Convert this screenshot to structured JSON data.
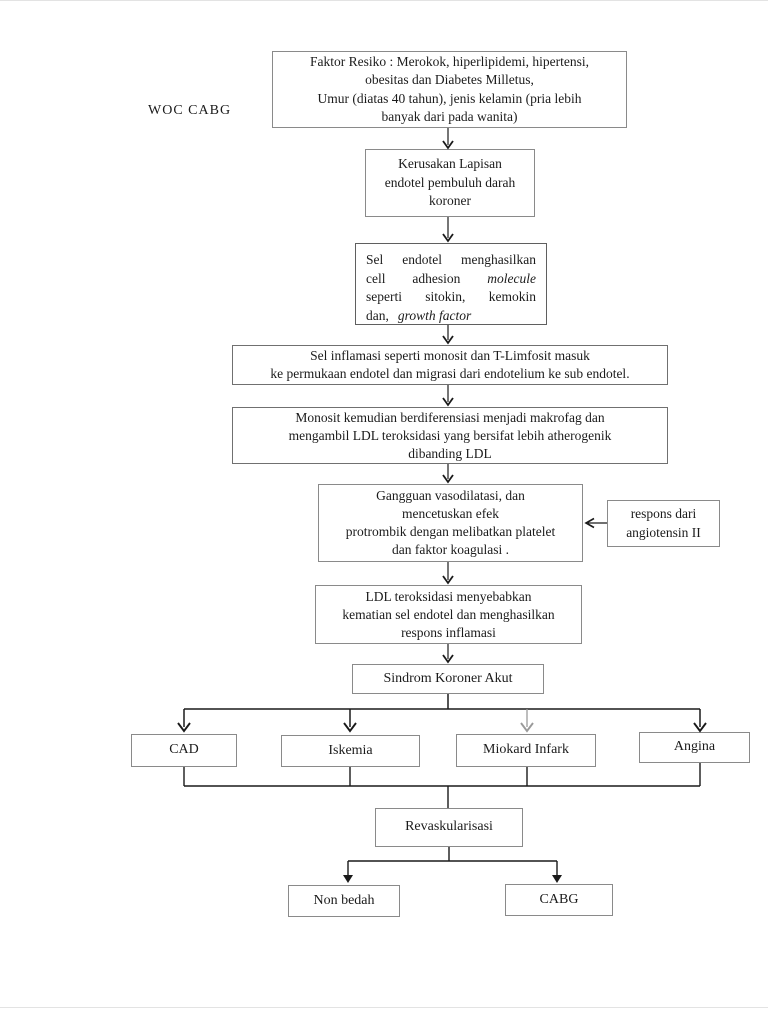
{
  "page": {
    "label": "WOC CABG"
  },
  "colors": {
    "ink": "#1a1a1a",
    "box_border": "#8a8a8a",
    "muted_arrow": "#9a9a9a"
  },
  "flowchart": {
    "risk_factors": {
      "text": "Faktor Resiko : Merokok, hiperlipidemi, hipertensi,\nobesitas dan Diabetes Milletus,\nUmur (diatas 40 tahun), jenis kelamin (pria lebih\nbanyak dari pada wanita)"
    },
    "endothel_damage": {
      "text": "Kerusakan Lapisan\nendotel pembuluh darah\nkoroner"
    },
    "adhesion_molecule": {
      "lines": [
        {
          "justify": true,
          "words": [
            {
              "t": "Sel"
            },
            {
              "t": "endotel"
            },
            {
              "t": "menghasilkan"
            }
          ]
        },
        {
          "justify": true,
          "words": [
            {
              "t": "cell"
            },
            {
              "t": "adhesion"
            },
            {
              "t": "molecule",
              "i": true
            }
          ]
        },
        {
          "justify": true,
          "words": [
            {
              "t": "seperti"
            },
            {
              "t": "sitokin,"
            },
            {
              "t": "kemokin"
            }
          ]
        },
        {
          "justify": false,
          "words": [
            {
              "t": "dan,"
            },
            {
              "t": "growth factor",
              "i": true
            }
          ]
        }
      ]
    },
    "inflammation_cells": {
      "text": "Sel inflamasi seperti monosit dan T-Limfosit masuk\nke permukaan endotel dan migrasi dari endotelium ke sub endotel."
    },
    "monocyte": {
      "text": "Monosit kemudian berdiferensiasi menjadi makrofag dan\nmengambil LDL teroksidasi yang bersifat lebih atherogenik\ndibanding LDL"
    },
    "vasodilation": {
      "text": "Gangguan vasodilatasi, dan\nmencetuskan efek\nprotrombik dengan melibatkan platelet\ndan faktor koagulasi ."
    },
    "angiotensin": {
      "text": "respons dari\nangiotensin II"
    },
    "ldl_oxidized": {
      "text": "LDL teroksidasi menyebabkan\nkematian sel endotel dan menghasilkan\nrespons inflamasi"
    },
    "acs": {
      "text": "Sindrom Koroner Akut"
    },
    "branches": {
      "cad": "CAD",
      "iskemia": "Iskemia",
      "miokard_infark": "Miokard Infark",
      "angina": "Angina"
    },
    "revascularization": {
      "text": "Revaskularisasi"
    },
    "outcomes": {
      "non_bedah": "Non bedah",
      "cabg": "CABG"
    }
  }
}
